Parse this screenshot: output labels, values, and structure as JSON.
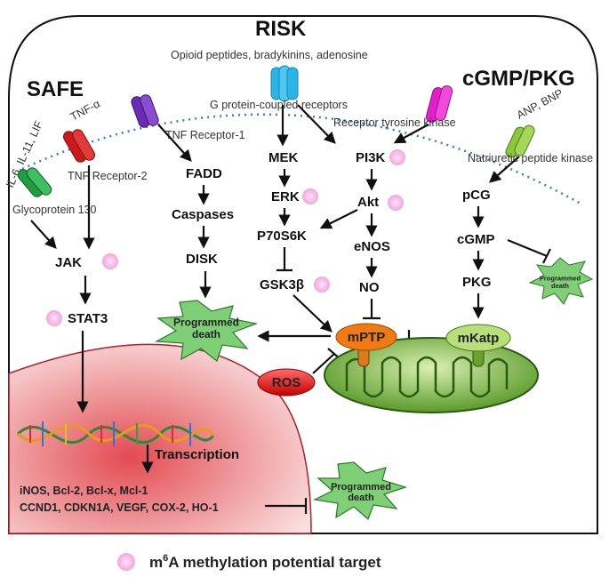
{
  "sections": {
    "risk": "RISK",
    "safe": "SAFE",
    "cgmp": "cGMP/PKG"
  },
  "ligands": {
    "risk": "Opioid peptides, bradykinins, adenosine",
    "tnf": "TNF-α",
    "il": "IL-6, IL-11, LIF",
    "anp": "ANP, BNP"
  },
  "receptors": {
    "gpcr": "G protein-coupled receptors",
    "rtk": "Receptor tyrosine kinase",
    "tnfr1": "TNF Receptor-1",
    "tnfr2": "TNF Receptor-2",
    "gp130": "Glycoprotein 130",
    "npk": "Natriuretic peptide kinase"
  },
  "nodes": {
    "fadd": "FADD",
    "caspases": "Caspases",
    "disk": "DISK",
    "mek": "MEK",
    "erk": "ERK",
    "p70s6k": "P70S6K",
    "gsk3b": "GSK3β",
    "pi3k": "PI3K",
    "akt": "Akt",
    "enos": "eNOS",
    "no": "NO",
    "pcg": "pCG",
    "cgmp": "cGMP",
    "pkg": "PKG",
    "jak": "JAK",
    "stat3": "STAT3",
    "mptp": "mPTP",
    "mkatp": "mKatp",
    "ros": "ROS"
  },
  "programmed_death": "Programmed death",
  "transcription": {
    "title": "Transcription",
    "genes_line1": "iNOS, Bcl-2, Bcl-x, Mcl-1",
    "genes_line2": "CCND1, CDKN1A, VEGF, COX-2, HO-1"
  },
  "legend": {
    "label": "A methylation potential target",
    "m": "m",
    "sup": "6"
  },
  "colors": {
    "gpcr": "#29b6e6",
    "rtk": "#e020c8",
    "tnfr1": "#6a2cb0",
    "tnfr2": "#cc1a1a",
    "gp130": "#1f9e40",
    "npk": "#8cc63e",
    "ros": "#e31b1b",
    "mptp": "#f07a14",
    "mkatp": "#a4d65c",
    "star": "#7fcf77",
    "marker": "#f7b4e6"
  }
}
